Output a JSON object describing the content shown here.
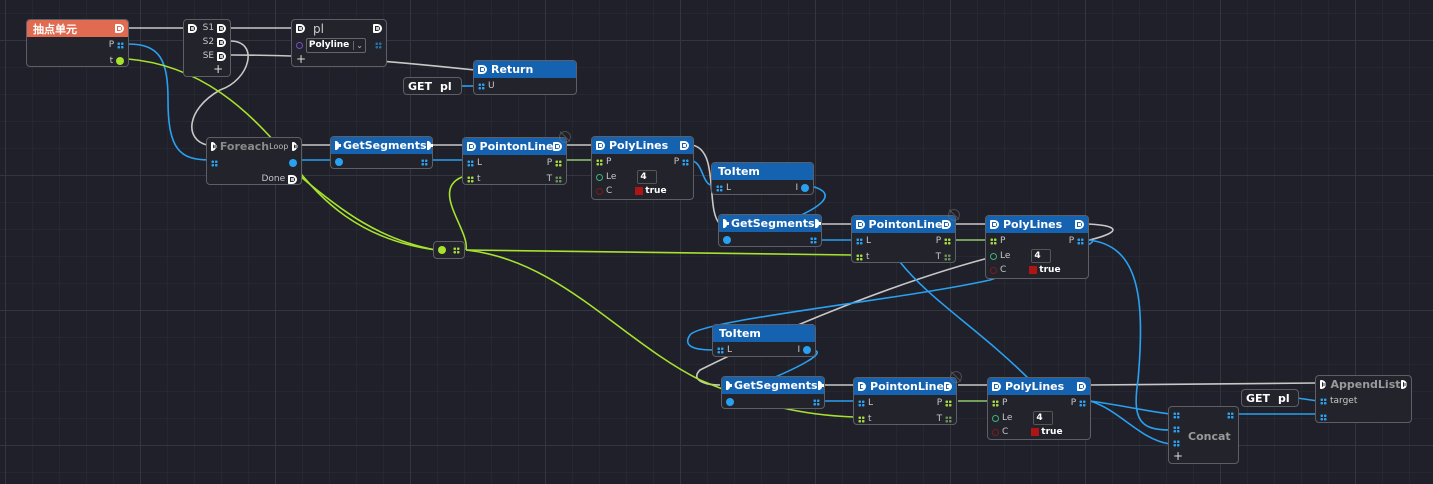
{
  "canvas": {
    "colors": {
      "background": "#1f2029",
      "node_header": "#1562b0",
      "event_header": "#e06b50",
      "wire_exec": "#c8c8c8",
      "wire_data": "#2aa0f0",
      "wire_param": "#a6e22e"
    }
  },
  "nodes": {
    "event": {
      "title": "抽点单元",
      "pins": {
        "p": "P",
        "t": "t"
      }
    },
    "sequence": {
      "pins": {
        "s1": "S1",
        "s2": "S2",
        "se": "SE"
      },
      "add": "+"
    },
    "set_pl": {
      "title": "pl",
      "type_value": "Polyline",
      "add": "+"
    },
    "get_pl_1": {
      "label": "GET",
      "var": "pl"
    },
    "return": {
      "title": "Return",
      "pins": {
        "u": "U"
      }
    },
    "foreach": {
      "title": "Foreach",
      "pins": {
        "loop": "Loop",
        "done": "Done"
      }
    },
    "getsegments_1": {
      "title": "GetSegments"
    },
    "pointonline_1": {
      "title": "PointonLine",
      "pins": {
        "l": "L",
        "t": "t",
        "p": "P",
        "tt": "T"
      }
    },
    "polylines_1": {
      "title": "PolyLines",
      "pins": {
        "p": "P",
        "le": "Le",
        "c": "C",
        "out": "P"
      },
      "le_value": "4",
      "c_value": "true"
    },
    "toitem_1": {
      "title": "ToItem",
      "pins": {
        "l": "L",
        "i": "I"
      }
    },
    "getsegments_2": {
      "title": "GetSegments"
    },
    "pointonline_2": {
      "title": "PointonLine",
      "pins": {
        "l": "L",
        "t": "t",
        "p": "P",
        "tt": "T"
      }
    },
    "polylines_2": {
      "title": "PolyLines",
      "pins": {
        "p": "P",
        "le": "Le",
        "c": "C",
        "out": "P"
      },
      "le_value": "4",
      "c_value": "true"
    },
    "toitem_2": {
      "title": "ToItem",
      "pins": {
        "l": "L",
        "i": "I"
      }
    },
    "getsegments_3": {
      "title": "GetSegments"
    },
    "pointonline_3": {
      "title": "PointonLine",
      "pins": {
        "l": "L",
        "t": "t",
        "p": "P",
        "tt": "T"
      }
    },
    "polylines_3": {
      "title": "PolyLines",
      "pins": {
        "p": "P",
        "le": "Le",
        "c": "C",
        "out": "P"
      },
      "le_value": "4",
      "c_value": "true"
    },
    "concat": {
      "title": "Concat",
      "add": "+"
    },
    "get_pl_2": {
      "label": "GET",
      "var": "pl"
    },
    "appendlist": {
      "title": "AppendList",
      "pins": {
        "target": "target"
      }
    }
  }
}
